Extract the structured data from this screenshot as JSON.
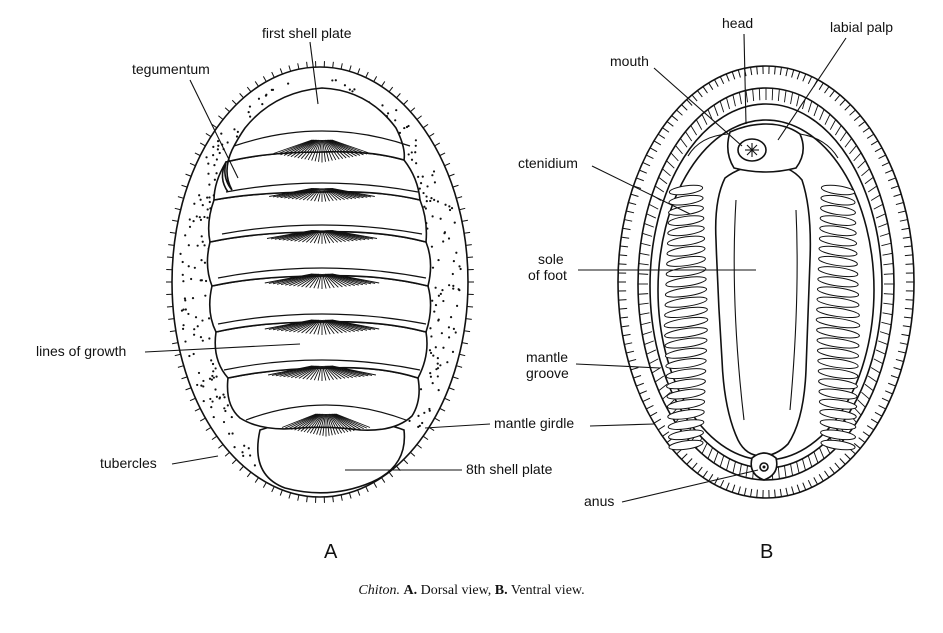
{
  "panel_a": {
    "letter": "A",
    "labels": {
      "first_shell_plate": "first shell plate",
      "tegumentum": "tegumentum",
      "lines_of_growth": "lines of growth",
      "mantle_girdle": "mantle girdle",
      "tubercles": "tubercles",
      "eighth_shell_plate": "8th shell plate"
    }
  },
  "panel_b": {
    "letter": "B",
    "labels": {
      "head": "head",
      "labial_palp": "labial palp",
      "mouth": "mouth",
      "ctenidium": "ctenidium",
      "sole_line1": "sole",
      "sole_line2": "of foot",
      "mantle_groove_line1": "mantle",
      "mantle_groove_line2": "groove",
      "anus": "anus"
    }
  },
  "caption": {
    "genus": "Chiton.",
    "a_letter": "A.",
    "a_text": "Dorsal view,",
    "b_letter": "B.",
    "b_text": "Ventral view."
  }
}
